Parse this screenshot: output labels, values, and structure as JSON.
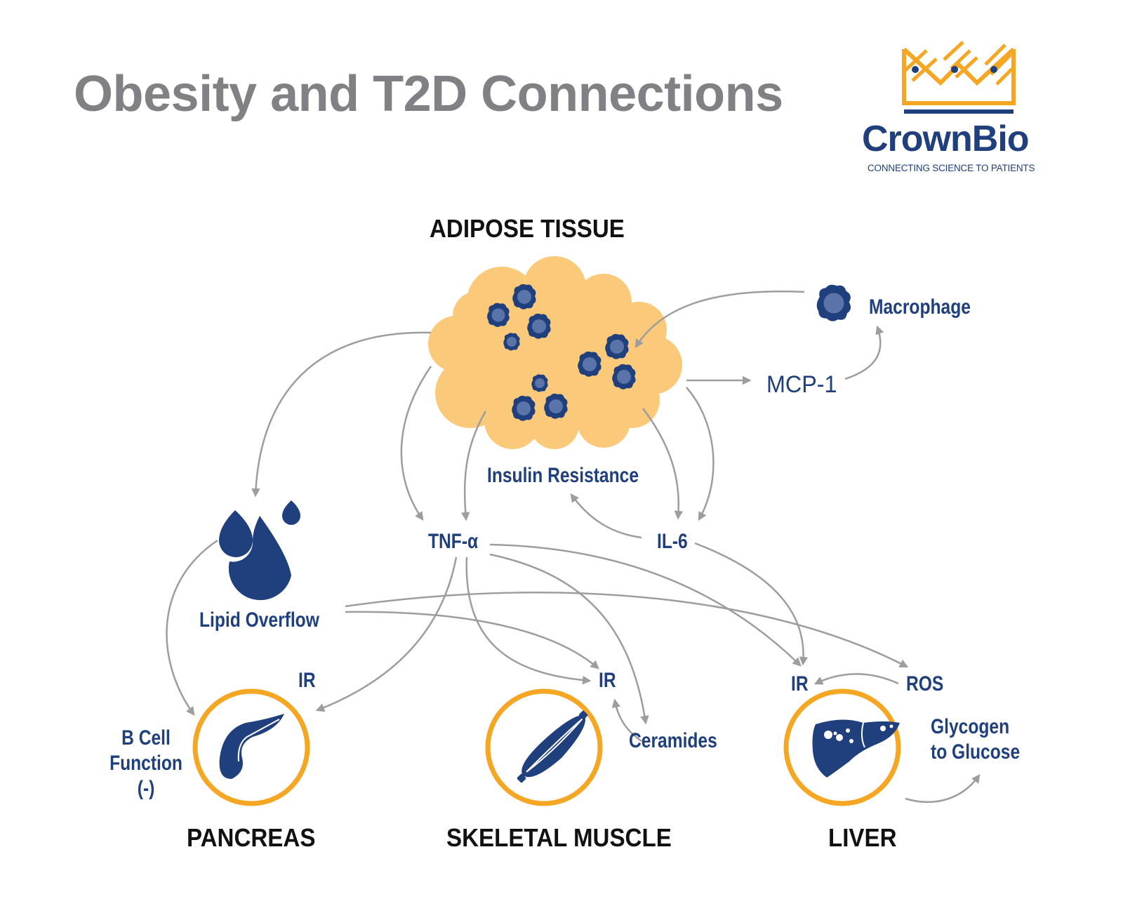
{
  "title": "Obesity and T2D Connections",
  "logo": {
    "brand": "CrownBio",
    "tagline": "CONNECTING SCIENCE TO PATIENTS",
    "icon": "crown-icon"
  },
  "colors": {
    "navy": "#1f3f7d",
    "orange": "#f5a623",
    "adipose": "#fbc97a",
    "arrow": "#9d9d9d",
    "title_gray": "#808184",
    "cell_inner": "#5a73a8"
  },
  "tissues": {
    "adipose": "ADIPOSE TISSUE",
    "pancreas": "PANCREAS",
    "muscle": "SKELETAL MUSCLE",
    "liver": "LIVER"
  },
  "nodes": {
    "macrophage": "Macrophage",
    "mcp1": "MCP-1",
    "insulin_resistance": "Insulin Resistance",
    "tnf": "TNF-α",
    "il6": "IL-6",
    "lipid_overflow": "Lipid Overflow",
    "ir_pancreas": "IR",
    "ir_muscle": "IR",
    "ir_liver": "IR",
    "ros": "ROS",
    "ceramides": "Ceramides",
    "bcell_line1": "B Cell",
    "bcell_line2": "Function",
    "bcell_line3": "(-)",
    "glycogen_line1": "Glycogen",
    "glycogen_line2": "to Glucose"
  },
  "icons": {
    "adipose": "adipose-cluster-icon",
    "macrophage": "macrophage-icon",
    "lipid": "lipid-droplets-icon",
    "pancreas": "pancreas-icon",
    "muscle": "muscle-icon",
    "liver": "liver-icon"
  },
  "edges": [
    {
      "from": "Adipose Tissue",
      "to": "Lipid Overflow"
    },
    {
      "from": "Adipose Tissue",
      "to": "TNF-α"
    },
    {
      "from": "Adipose Tissue",
      "to": "IL-6"
    },
    {
      "from": "Adipose Tissue",
      "to": "MCP-1"
    },
    {
      "from": "MCP-1",
      "to": "Macrophage"
    },
    {
      "from": "Macrophage",
      "to": "Adipose Tissue"
    },
    {
      "from": "IL-6",
      "to": "Insulin Resistance"
    },
    {
      "from": "TNF-α",
      "to": "IR (Pancreas)"
    },
    {
      "from": "TNF-α",
      "to": "IR (Muscle)"
    },
    {
      "from": "TNF-α",
      "to": "Ceramides"
    },
    {
      "from": "TNF-α",
      "to": "IR (Liver)"
    },
    {
      "from": "IL-6",
      "to": "IR (Liver)"
    },
    {
      "from": "Lipid Overflow",
      "to": "B Cell Function"
    },
    {
      "from": "Lipid Overflow",
      "to": "IR (Muscle)"
    },
    {
      "from": "Lipid Overflow",
      "to": "ROS"
    },
    {
      "from": "Ceramides",
      "to": "IR (Muscle)"
    },
    {
      "from": "ROS",
      "to": "IR (Liver)"
    },
    {
      "from": "Liver",
      "to": "Glycogen to Glucose"
    }
  ]
}
